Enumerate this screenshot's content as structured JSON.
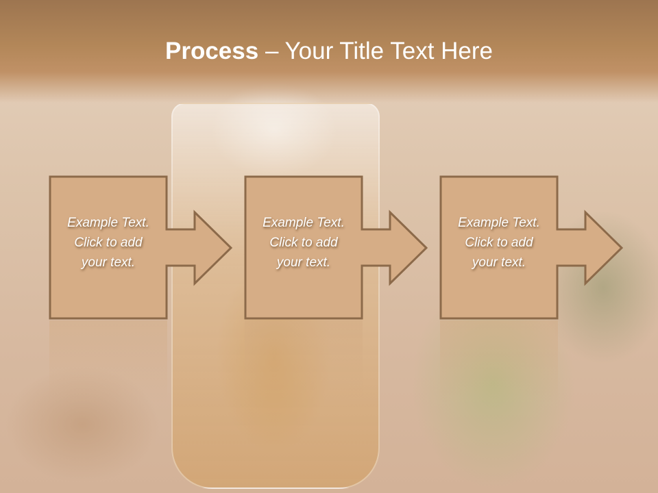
{
  "slide": {
    "title_bold": "Process",
    "title_rest": " – Your Title Text Here",
    "colors": {
      "header": "#b38759",
      "shape_fill": "#d6ad86",
      "shape_border": "#8c6a4a",
      "text": "#ffffff"
    },
    "steps": [
      {
        "lines": [
          "Example Text.",
          "Click  to add",
          "your text."
        ]
      },
      {
        "lines": [
          "Example Text.",
          "Click  to add",
          "your text."
        ]
      },
      {
        "lines": [
          "Example Text.",
          "Click  to add",
          "your text."
        ]
      }
    ]
  }
}
